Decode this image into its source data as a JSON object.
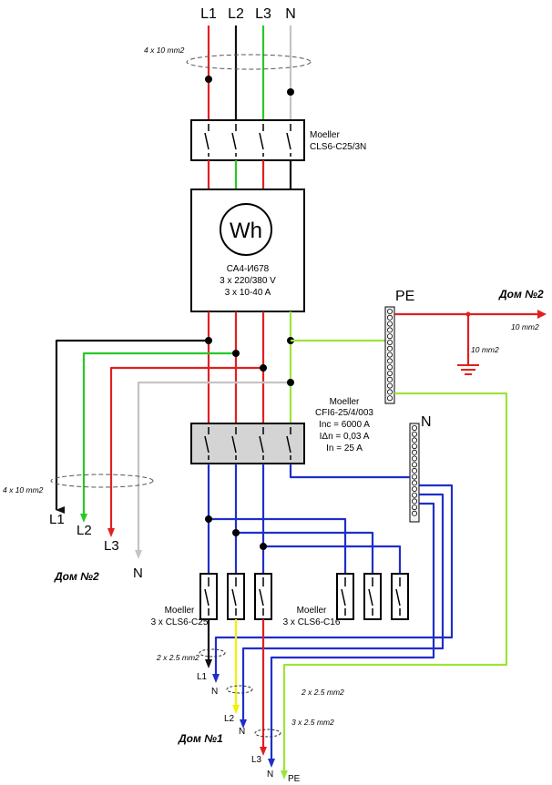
{
  "colors": {
    "L1": "#e02020",
    "L2": "#101010",
    "L3": "#28c828",
    "N": "#c4c4c4",
    "neutral_blue": "#1f2fc8",
    "PE": "#9be53a",
    "load_L2": "#f2f200",
    "load_L3": "#e02020"
  },
  "top_labels": [
    "L1",
    "L2",
    "L3",
    "N"
  ],
  "top_cable": "4 x 10 mm2",
  "main_breaker": {
    "line1": "Moeller",
    "line2": "CLS6-C25/3N"
  },
  "meter": {
    "symbol": "Wh",
    "line1": "СА4-И678",
    "line2": "3 x 220/380 V",
    "line3": "3 x 10-40 A"
  },
  "pe_bus": {
    "label": "PE"
  },
  "house2_right": {
    "title": "Дом №2",
    "cable_horizontal": "10 mm2",
    "cable_ground": "10 mm2"
  },
  "rcd": {
    "line1": "Moeller",
    "line2": "CFI6-25/4/003",
    "line3": "Inc = 6000 A",
    "line4": "IΔn = 0,03 A",
    "line5": "In = 25 A"
  },
  "n_bus": {
    "label": "N"
  },
  "house2_left": {
    "cable": "4 x 10 mm2",
    "outputs": [
      "L1",
      "L2",
      "L3",
      "N"
    ],
    "title": "Дом №2"
  },
  "breakers_left": {
    "line1": "Moeller",
    "line2": "3 x CLS6-C25"
  },
  "breakers_right": {
    "line1": "Moeller",
    "line2": "3 x CLS6-C16"
  },
  "house1": {
    "title": "Дом №1",
    "cable1": "2 x 2.5 mm2",
    "cable2": "2 x 2.5 mm2",
    "cable3": "3 x 2.5 mm2",
    "outputs": [
      "L1",
      "N",
      "L2",
      "N",
      "L3",
      "N",
      "PE"
    ]
  }
}
